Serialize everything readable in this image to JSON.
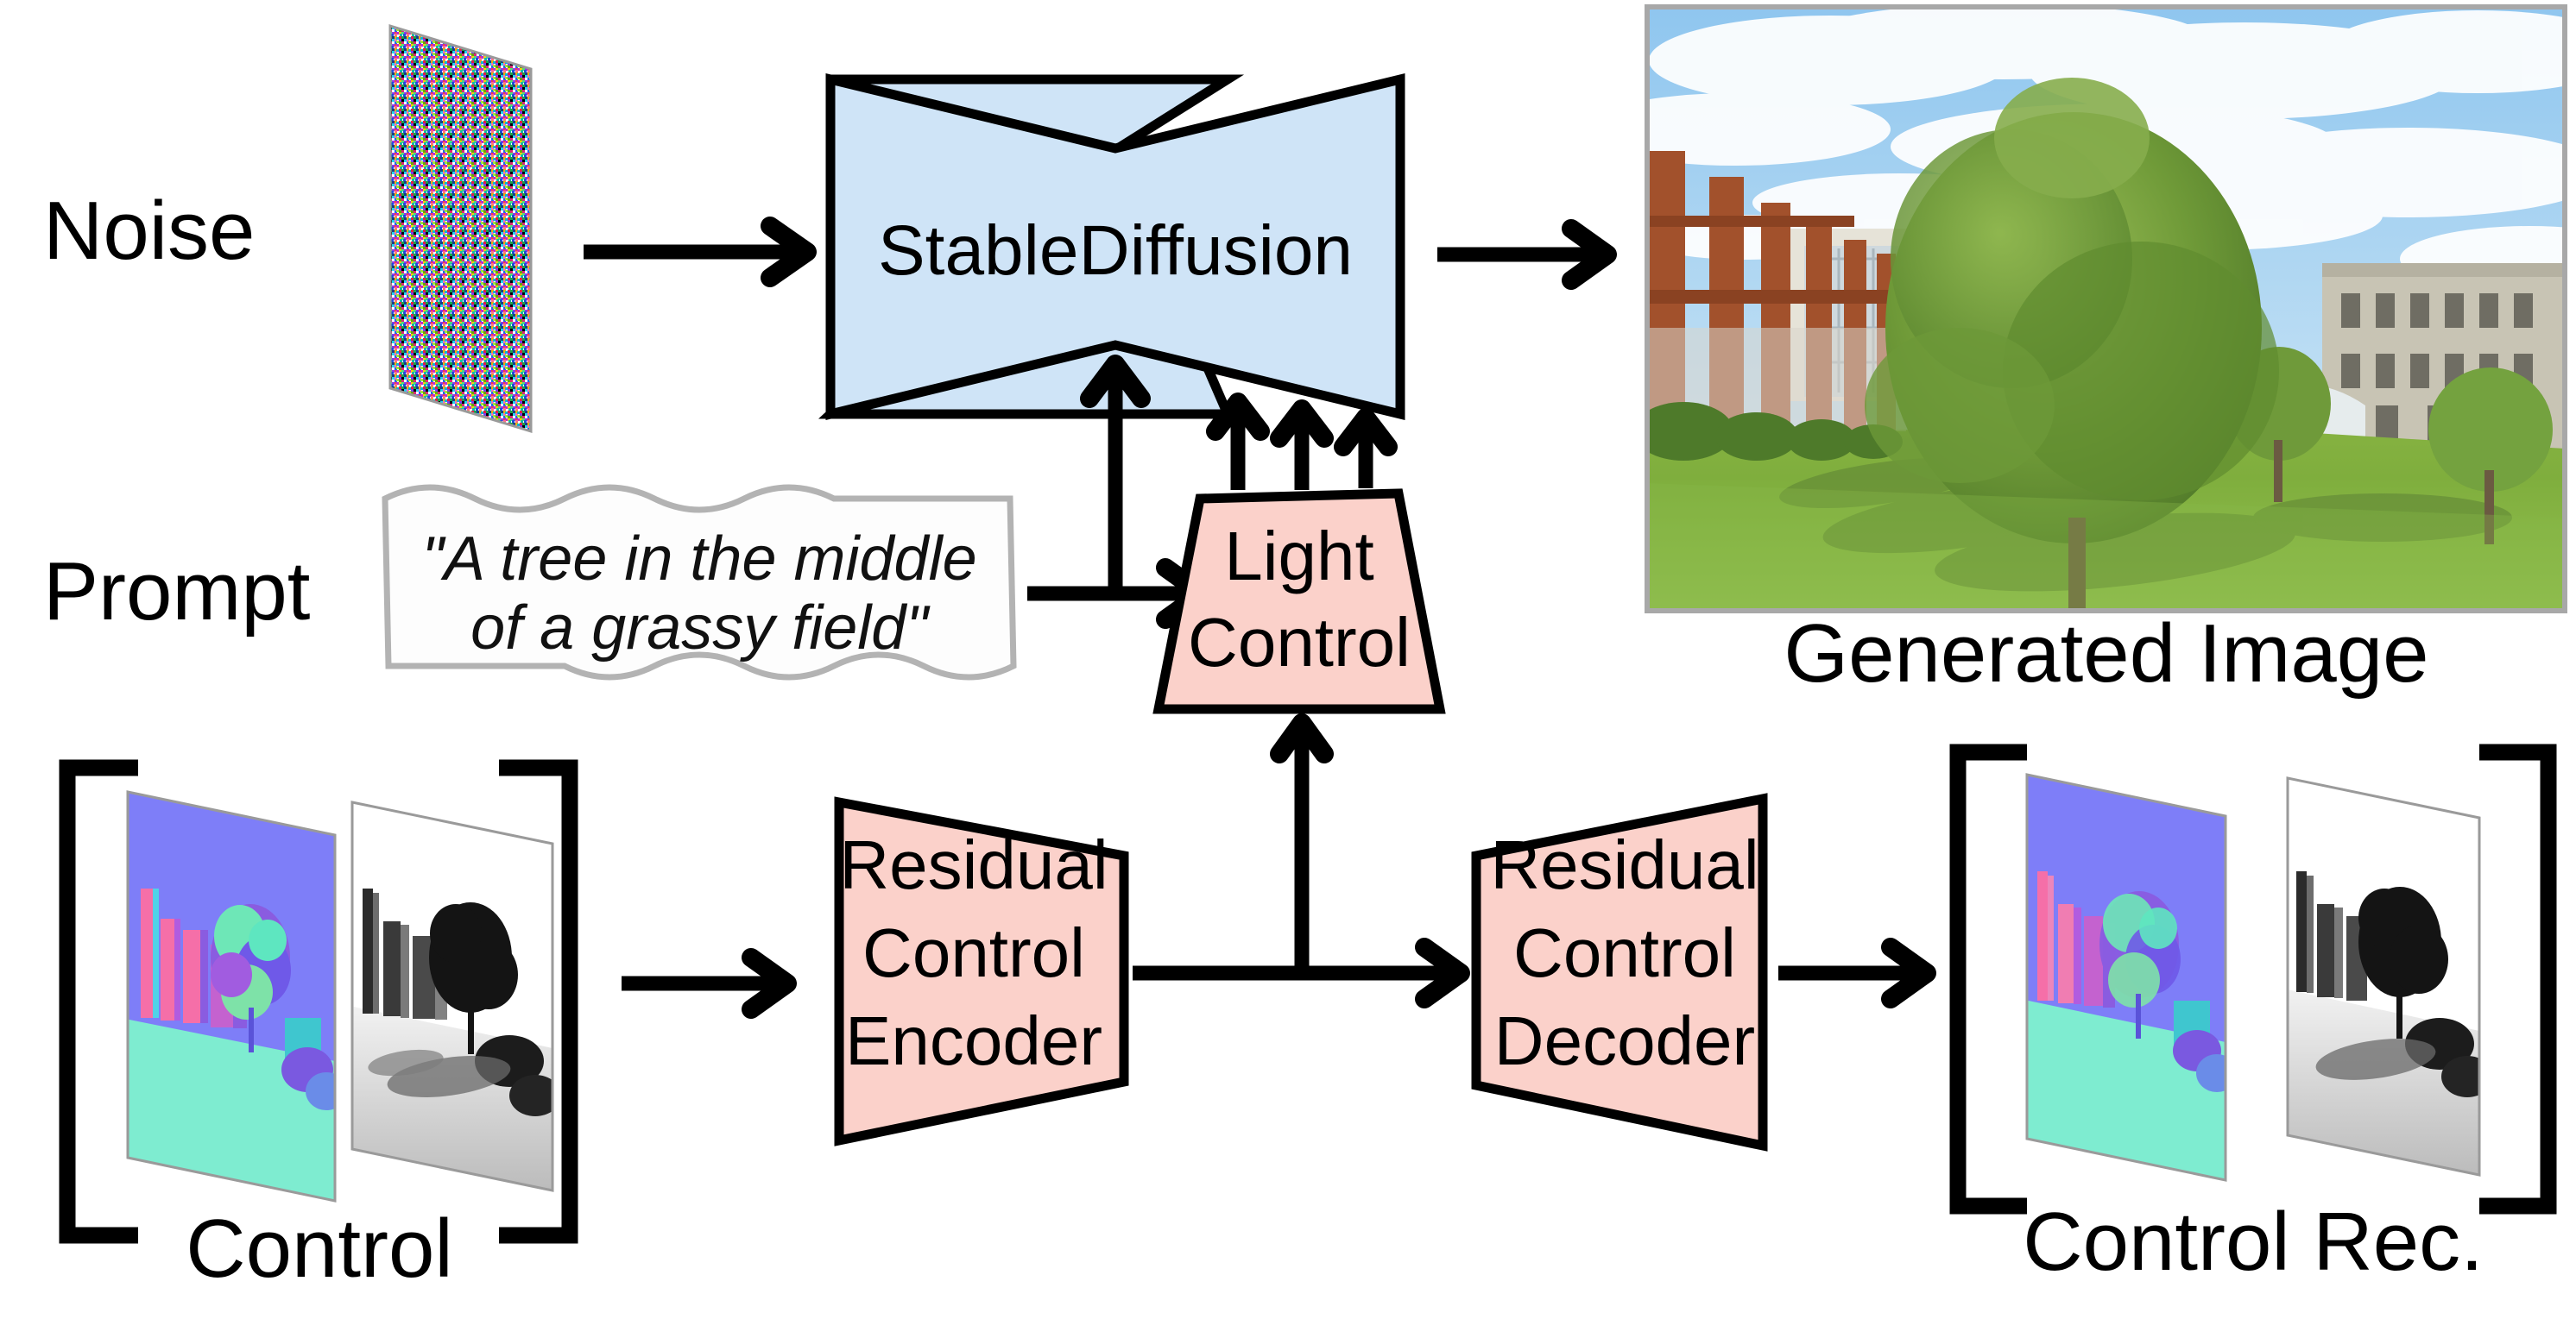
{
  "figure": {
    "title": "Light-controllable diffusion pipeline",
    "background_color": "#ffffff"
  },
  "palette": {
    "diffusion_fill": "#cfe4f7",
    "control_fill": "#fbd1ca",
    "outline": "#000000",
    "prompt_border": "#b3b3b3",
    "normal_sky": "#7e7ef8",
    "normal_ground": "#7eecd0",
    "normal_building": "#f56fa8",
    "normal_tree": "#8a5ce0"
  },
  "labels": {
    "noise": "Noise",
    "prompt": "Prompt",
    "control": "Control",
    "control_rec": "Control Rec.",
    "generated_image": "Generated Image"
  },
  "blocks": {
    "stable_diffusion": {
      "label": "StableDiffusion",
      "fill": "#cfe4f7",
      "shape": "hourglass"
    },
    "light_control": {
      "line1": "Light",
      "line2": "Control",
      "fill": "#fbd1ca",
      "shape": "trapezoid-up"
    },
    "residual_control_encoder": {
      "line1": "Residual",
      "line2": "Control",
      "line3": "Encoder",
      "fill": "#fbd1ca",
      "shape": "trapezoid-right"
    },
    "residual_control_decoder": {
      "line1": "Residual",
      "line2": "Control",
      "line3": "Decoder",
      "fill": "#fbd1ca",
      "shape": "trapezoid-left"
    }
  },
  "prompt": {
    "line1": "\"A tree in the middle",
    "line2": "of a grassy field\""
  },
  "panes": {
    "control_normal": "normal-map-tree-and-buildings",
    "control_depth": "grayscale-depth-shading-map",
    "control_rec_normal": "reconstructed-normal-map",
    "control_rec_depth": "reconstructed-grayscale-map",
    "noise": "random-rgb-noise",
    "generated": "photo-of-tree-on-grass-with-buildings"
  },
  "arrows": [
    {
      "name": "noise-to-diffusion",
      "from": "Noise",
      "to": "StableDiffusion",
      "direction": "right"
    },
    {
      "name": "diffusion-to-generated",
      "from": "StableDiffusion",
      "to": "Generated Image",
      "direction": "right"
    },
    {
      "name": "prompt-to-diffusion",
      "from": "Prompt",
      "to": "StableDiffusion",
      "direction": "up"
    },
    {
      "name": "prompt-to-light-control",
      "from": "Prompt",
      "to": "Light Control",
      "direction": "right"
    },
    {
      "name": "light-control-to-diffusion-a",
      "from": "Light Control",
      "to": "StableDiffusion",
      "direction": "up"
    },
    {
      "name": "light-control-to-diffusion-b",
      "from": "Light Control",
      "to": "StableDiffusion",
      "direction": "up"
    },
    {
      "name": "light-control-to-diffusion-c",
      "from": "Light Control",
      "to": "StableDiffusion",
      "direction": "up"
    },
    {
      "name": "control-to-encoder",
      "from": "Control",
      "to": "Residual Control Encoder",
      "direction": "right"
    },
    {
      "name": "encoder-to-light-control",
      "from": "Residual Control Encoder",
      "to": "Light Control",
      "direction": "up"
    },
    {
      "name": "encoder-to-decoder",
      "from": "Residual Control Encoder",
      "to": "Residual Control Decoder",
      "direction": "right"
    },
    {
      "name": "decoder-to-control-rec",
      "from": "Residual Control Decoder",
      "to": "Control Rec.",
      "direction": "right"
    }
  ]
}
